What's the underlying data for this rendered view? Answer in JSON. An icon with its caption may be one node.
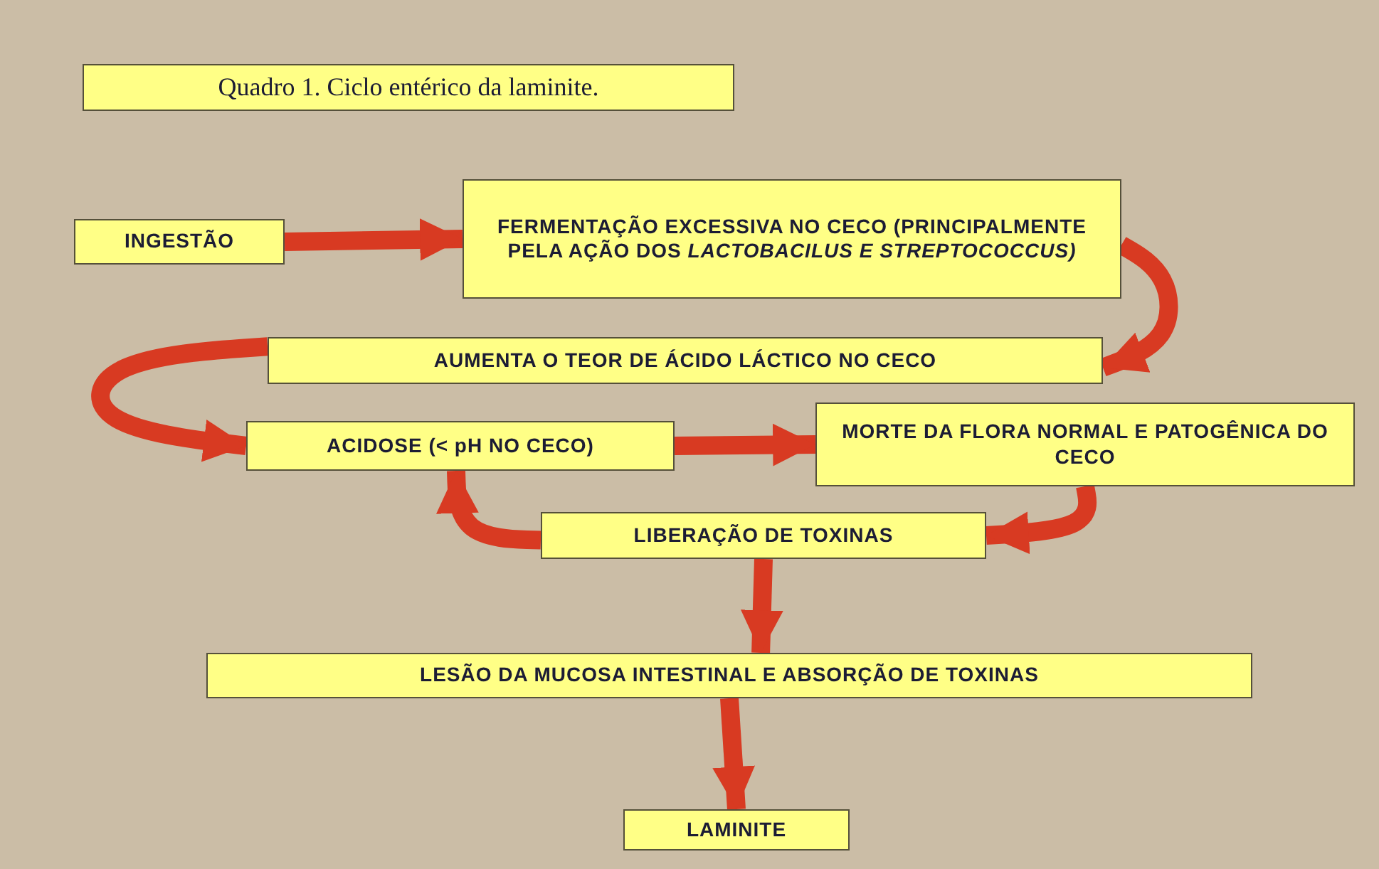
{
  "diagram": {
    "title": "Quadro 1. Ciclo entérico da laminite.",
    "nodes": [
      {
        "text": [
          "INGESTÃO"
        ]
      },
      {
        "text": [
          "FERMENTAÇÃO EXCESSIVA NO CECO (PRINCIPALMENTE PELA AÇÃO DOS *LACTOBACILUS E STREPTOCOCCUS)*"
        ]
      },
      {
        "text": [
          "AUMENTA O TEOR DE ÁCIDO LÁCTICO NO CECO"
        ]
      },
      {
        "text": [
          "ACIDOSE (< pH NO CECO)"
        ]
      },
      {
        "text": [
          "MORTE DA FLORA NORMAL E PATOGÊNICA DO CECO"
        ]
      },
      {
        "text": [
          "LIBERAÇÃO DE TOXINAS"
        ]
      },
      {
        "text": [
          "LESÃO DA MUCOSA INTESTINAL E ABSORÇÃO DE TOXINAS"
        ]
      },
      {
        "text": [
          "LAMINITE"
        ]
      }
    ],
    "edges": [
      {
        "from": 0,
        "to": 1,
        "arrow": "to"
      },
      {
        "from": 1,
        "to": 2,
        "arrow": "to"
      },
      {
        "from": 2,
        "to": 3,
        "arrow": "to"
      },
      {
        "from": 3,
        "to": 4,
        "arrow": "to"
      },
      {
        "from": 4,
        "to": 5,
        "arrow": "to"
      },
      {
        "from": 5,
        "to": 3,
        "arrow": "to"
      },
      {
        "from": 5,
        "to": 6,
        "arrow": "to"
      },
      {
        "from": 6,
        "to": 7,
        "arrow": "to"
      }
    ]
  }
}
